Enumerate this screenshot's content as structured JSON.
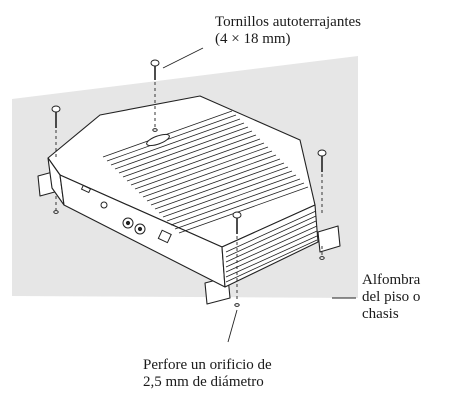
{
  "screws_label": {
    "line1": "Tornillos autoterrajantes",
    "line2": "(4 × 18 mm)"
  },
  "floor_label": {
    "line1": "Alfombra",
    "line2": "del piso o",
    "line3": "chasis"
  },
  "drill_label": {
    "line1": "Perfore un orificio de",
    "line2": "2,5 mm de diámetro"
  },
  "colors": {
    "floor_panel": "#e6e6e6",
    "line": "#222222",
    "background": "#ffffff"
  },
  "icons": [
    "screw-icon",
    "drill-hole-icon",
    "amplifier-unit"
  ]
}
